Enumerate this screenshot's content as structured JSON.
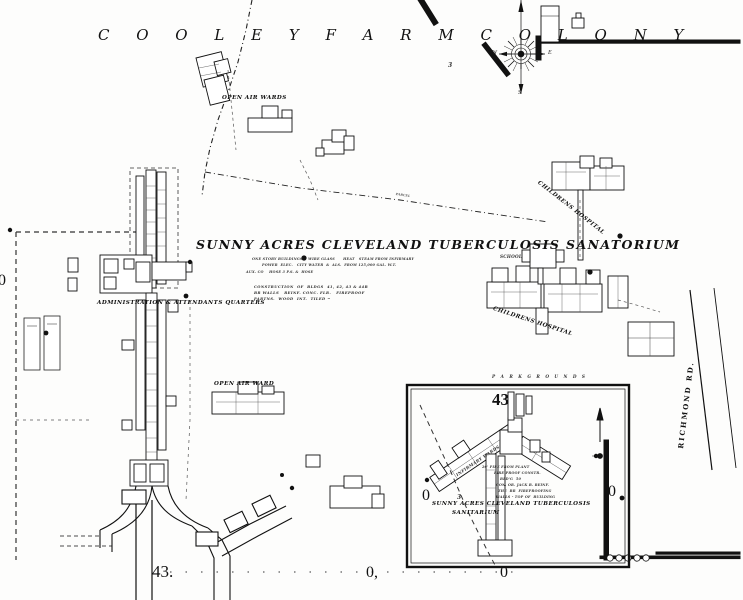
{
  "map": {
    "sheet_number_bottom_left": "43.",
    "sheet_number_inset": "43",
    "background_color": "#fdfdfc",
    "ink_color": "#111111"
  },
  "top_banner": {
    "text": "C O O L E Y      F A R M      C O L O N Y"
  },
  "main_title": {
    "text": "SUNNY ACRES  CLEVELAND  TUBERCULOSIS  SANATORIUM"
  },
  "title_notes": {
    "line_1": "ONE STORY BUILDINGS    WIRE GLASS      HEAT   STEAM FROM INFIRMARY",
    "line_2": "POWER  ELEC.   CITY WATER  &  ALS.  FROM 125,000 GAL. W.T.",
    "line_3": "AUX. CO    HOSE 3 P.S. &  HOSE",
    "line_4": "CONSTRUCTION  OF  BLDGS  41, 42, 43 & 44B",
    "line_5": "BR WALLS   REINF. CONC. FLR.   FIREPROOF",
    "line_6": "PARTNS.  WOOD  INT.  TILED ~"
  },
  "labels": [
    {
      "name": "open-air-wards-north",
      "text": "OPEN AIR WARDS"
    },
    {
      "name": "open-air-ward-south",
      "text": "OPEN AIR WARD"
    },
    {
      "name": "administration-attendants-quarters",
      "text": "ADMINISTRATION  &  ATTENDANTS QUARTERS"
    },
    {
      "name": "childrens-hospital-north",
      "text": "CHILDRENS  HOSPITAL"
    },
    {
      "name": "childrens-hospital-south",
      "text": "CHILDRENS   HOSPITAL"
    },
    {
      "name": "school",
      "text": "SCHOOL"
    },
    {
      "name": "parcel-boundary",
      "text": "PARCEL"
    },
    {
      "name": "richmond-road",
      "text": "RICHMOND       RD."
    },
    {
      "name": "park-grounds",
      "text": "P A R K      G R O U N D S"
    }
  ],
  "inset": {
    "title_line_1": "SUNNY ACRES CLEVELAND TUBERCULOSIS",
    "title_line_2": "SANITARIUM",
    "infirmary_label": "INFIRMARY WARDS",
    "powerplant_note_1": "20' PIPE FROM PLANT",
    "powerplant_note_2": "FIRE PROOF CONSTR.",
    "powerplant_note_3": "BLD'G  50",
    "powerplant_note_4": "CON. OR. JACK B. REINF.",
    "powerplant_note_5": "THE  BR  FIREPROOFING",
    "powerplant_note_6": "WALLS - TOP OF  BUILDING",
    "corner_marker_left": "0",
    "corner_marker_right": "0",
    "small_ref": "3"
  },
  "edge_markers": {
    "left": "0",
    "bottom_center": "0,",
    "bottom_right": "0",
    "top_small": "3"
  },
  "compass": {
    "north": "N",
    "south": "S",
    "east": "E",
    "west": "W"
  }
}
